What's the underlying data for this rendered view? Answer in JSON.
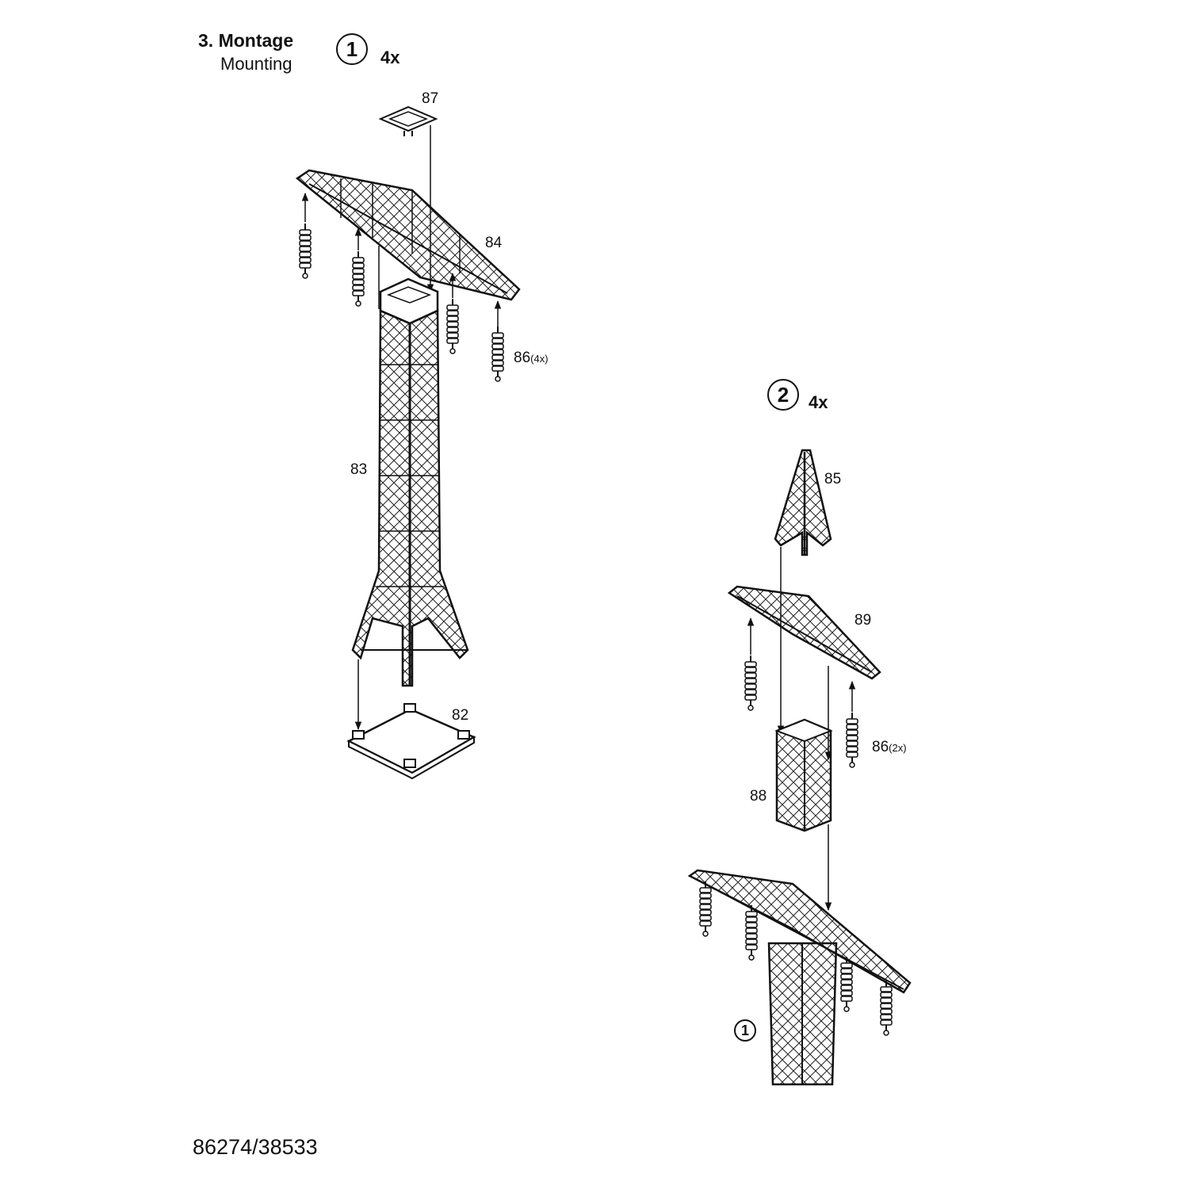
{
  "header": {
    "title": "3. Montage",
    "subtitle": "Mounting"
  },
  "steps": [
    {
      "number": "1",
      "multiplier": "4x"
    },
    {
      "number": "2",
      "multiplier": "4x"
    }
  ],
  "parts": {
    "p82": "82",
    "p83": "83",
    "p84": "84",
    "p85": "85",
    "p86a": "86",
    "p86a_qty": "(4x)",
    "p86b": "86",
    "p86b_qty": "(2x)",
    "p87": "87",
    "p88": "88",
    "p89": "89"
  },
  "reference": "1",
  "footer": {
    "code": "86274/38533"
  }
}
